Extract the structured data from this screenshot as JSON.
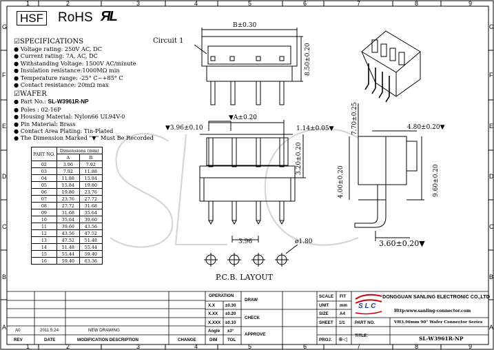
{
  "border": {
    "top_cols": [
      "1",
      "2",
      "3",
      "4",
      "5",
      "6",
      "7",
      "8",
      "9"
    ],
    "bottom_cols": [
      "1",
      "2",
      "3",
      "4",
      "5",
      "6",
      "7",
      "8",
      "9"
    ],
    "left_rows": [
      "G",
      "F",
      "E",
      "D",
      "C",
      "B",
      "A"
    ],
    "right_rows": [
      "G",
      "F",
      "E",
      "D",
      "C",
      "B",
      "A"
    ]
  },
  "logos": {
    "hsf": "HSF",
    "rohs": "RoHS",
    "ul": "ЯL"
  },
  "specs": {
    "title": "SPECIFICATIONS",
    "items": [
      "Voltage rating: 250V AC, DC",
      "Current rating: 7A, AC, DC",
      "Withstanding Voltage: 1500V AC/minute",
      "Insulation resistance:1000MΩ min",
      "Temperature range: -25° C~+85° C",
      "Contact resistance: 20mΩ max"
    ]
  },
  "wafer": {
    "title": "WAFER",
    "part_label": "Part No.: ",
    "part_no": "SL-W3961R-NP",
    "items": [
      "Poles : 02-16P",
      "Housing Material: Nylon66 UL94V-0",
      "Pin Material: Brass",
      "Contact Area Plating: Tin-Plated",
      "The Dimension Marked \"▼\" Must Be Recorded"
    ]
  },
  "dim_table": {
    "part_no_header": "PART NO.",
    "dimensions_header": "Dimensions (mm)",
    "col_a": "A",
    "col_b": "B",
    "rows": [
      [
        "02",
        "3.96",
        "7.92"
      ],
      [
        "03",
        "7.92",
        "11.88"
      ],
      [
        "04",
        "11.88",
        "15.84"
      ],
      [
        "05",
        "15.84",
        "19.80"
      ],
      [
        "06",
        "19.80",
        "23.76"
      ],
      [
        "07",
        "23.76",
        "27.72"
      ],
      [
        "08",
        "27.72",
        "31.68"
      ],
      [
        "09",
        "31.68",
        "35.64"
      ],
      [
        "10",
        "35.64",
        "39.60"
      ],
      [
        "11",
        "39.60",
        "43.56"
      ],
      [
        "12",
        "43.56",
        "47.52"
      ],
      [
        "13",
        "47.52",
        "51.48"
      ],
      [
        "14",
        "51.48",
        "55.44"
      ],
      [
        "15",
        "55.44",
        "59.40"
      ],
      [
        "16",
        "59.40",
        "63.36"
      ]
    ]
  },
  "drawing": {
    "circuit_label": "Circuit 1",
    "dim_b": "B±0.30",
    "dim_850": "8.50±0.20",
    "dim_a": "▼A±0.20",
    "dim_396": "▼3.96±0.10",
    "dim_114": "1.14±0.05▼",
    "dim_320": "3.20±0.20",
    "dim_770": "7.70±0.25",
    "dim_480": "4.80±0.20▼",
    "dim_400": "4.00±0.20",
    "dim_960": "9.60±0.20",
    "dim_360": "3.60±0.20▼",
    "pcb_pitch": "3.96",
    "pcb_hole": "ø1.80",
    "pcb_title": "P.C.B.  LAYOUT",
    "watermark": "SLC"
  },
  "title_block": {
    "operation": "OPERATION",
    "draw": "DRAW",
    "check": "CHECK",
    "approve": "APPROVE",
    "tolerances": [
      [
        "X.X",
        "±0.30"
      ],
      [
        "X.XX",
        "±0.20"
      ],
      [
        "X.XXX",
        "±0.10"
      ],
      [
        "Angle",
        "±3°"
      ]
    ],
    "dim": "DIM",
    "tol": "TOL",
    "scale": "SCALE",
    "scale_val": "FIT",
    "unit": "UNIT",
    "unit_val": "mm",
    "size": "SIZE",
    "size_val": "A4",
    "sheet": "SHEET",
    "sheet_val": "1/1",
    "proj": "PROJ.",
    "company": "DONGGUAN SANLING ELECTRONIC CO.,LTD",
    "website": "Http:www.sanling-connector.com",
    "logo_text": "S L C",
    "part_no_label": "PART NO.",
    "part_no_desc": "VH3.96mm 90° Wafer Connector Series",
    "title_label": "TITLE:",
    "title_val": "SL-W3961R-NP",
    "rev_row": [
      "A0",
      "2011.5.24",
      "NEW DRAWING"
    ],
    "headers": [
      "REV",
      "DATE",
      "MODIFICATION DESCRIPTION",
      "CHANGE"
    ]
  }
}
